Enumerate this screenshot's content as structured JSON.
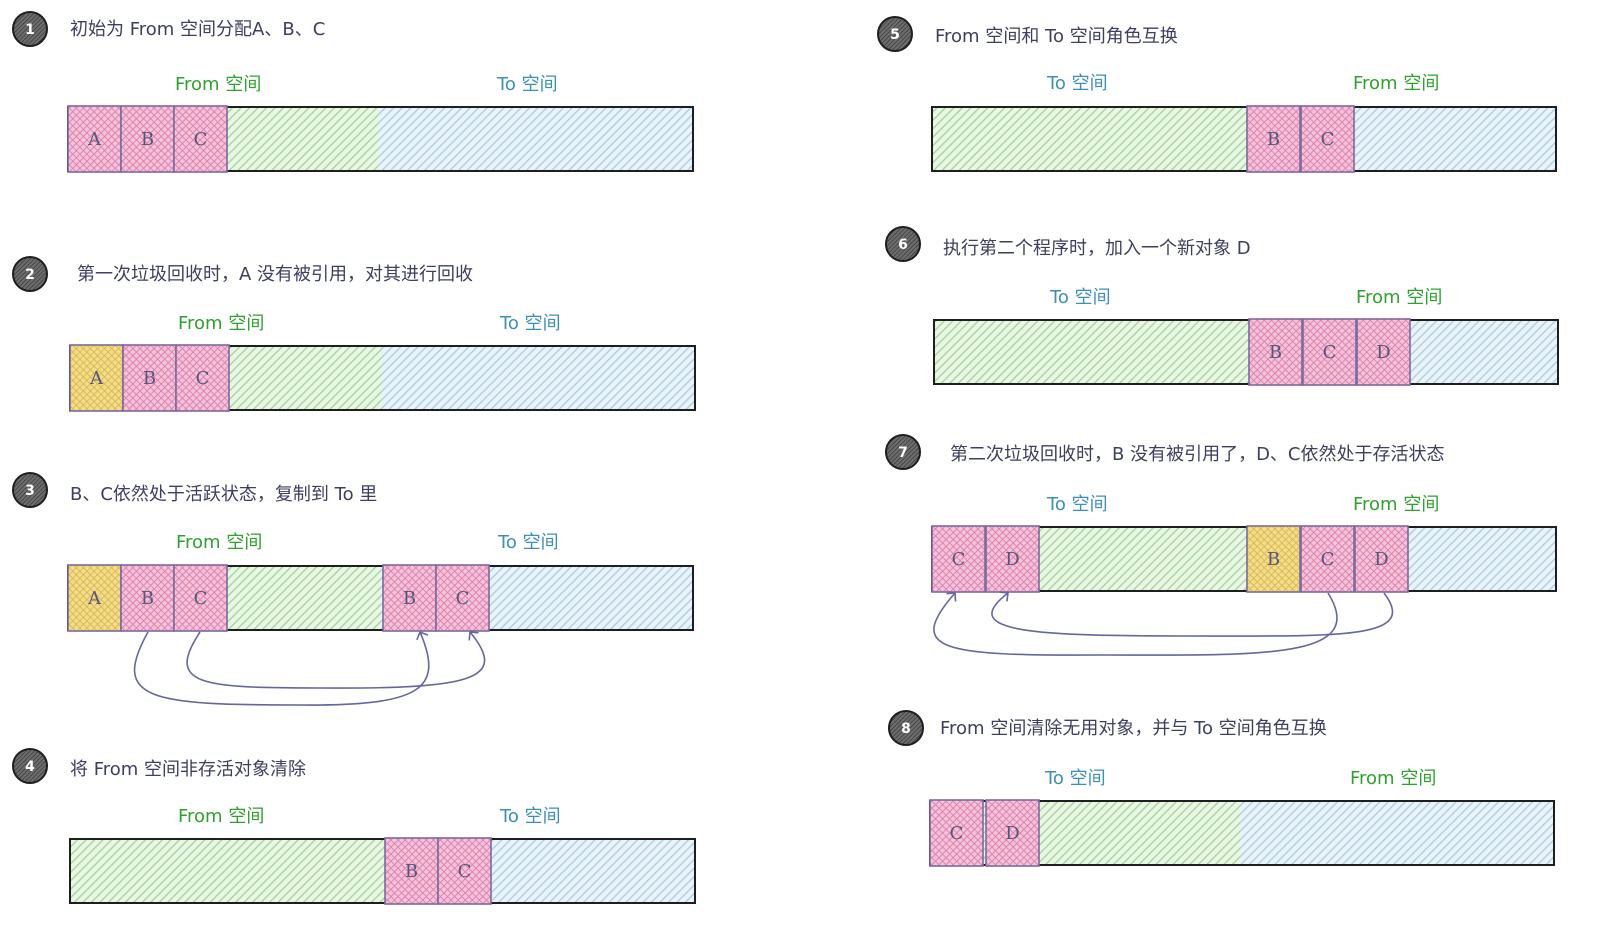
{
  "colors": {
    "from_label": "#2fa12f",
    "to_label": "#3d8fb6",
    "green_region": "#b8e2b0",
    "blue_region": "#b7d8ea",
    "pink_block": "#e996be",
    "yellow_block": "#e8cc6a",
    "outline": "#1e1e1e",
    "arrow": "#6466a0",
    "step_circle": "#444444"
  },
  "labels": {
    "from": "From 空间",
    "to": "To 空间"
  },
  "steps": [
    {
      "number": "1",
      "caption": "初始为 From 空间分配A、B、C",
      "left_region": "from",
      "blocks": [
        "A",
        "B",
        "C"
      ]
    },
    {
      "number": "2",
      "caption": "第一次垃圾回收时，A 没有被引用，对其进行回收",
      "left_region": "from",
      "blocks": [
        "A",
        "B",
        "C"
      ],
      "garbage": [
        "A"
      ]
    },
    {
      "number": "3",
      "caption": "B、C依然处于活跃状态，复制到 To 里",
      "left_region": "from",
      "blocks": [
        "A",
        "B",
        "C",
        "B",
        "C"
      ],
      "garbage": [
        "A"
      ],
      "copies": [
        {
          "from": "B",
          "to": "B"
        },
        {
          "from": "C",
          "to": "C"
        }
      ]
    },
    {
      "number": "4",
      "caption": "将 From 空间非存活对象清除",
      "left_region": "from",
      "blocks": [
        "B",
        "C"
      ]
    },
    {
      "number": "5",
      "caption": "From 空间和 To 空间角色互换",
      "left_region": "to",
      "blocks": [
        "B",
        "C"
      ]
    },
    {
      "number": "6",
      "caption": "执行第二个程序时，加入一个新对象 D",
      "left_region": "to",
      "blocks": [
        "B",
        "C",
        "D"
      ]
    },
    {
      "number": "7",
      "caption": "第二次垃圾回收时，B 没有被引用了，D、C依然处于存活状态",
      "left_region": "to",
      "blocks": [
        "C",
        "D",
        "B",
        "C",
        "D"
      ],
      "garbage": [
        "B"
      ],
      "copies": [
        {
          "from": "C",
          "to": "C"
        },
        {
          "from": "D",
          "to": "D"
        }
      ]
    },
    {
      "number": "8",
      "caption": "From 空间清除无用对象，并与 To 空间角色互换",
      "left_region": "to",
      "blocks": [
        "C",
        "D"
      ]
    }
  ]
}
